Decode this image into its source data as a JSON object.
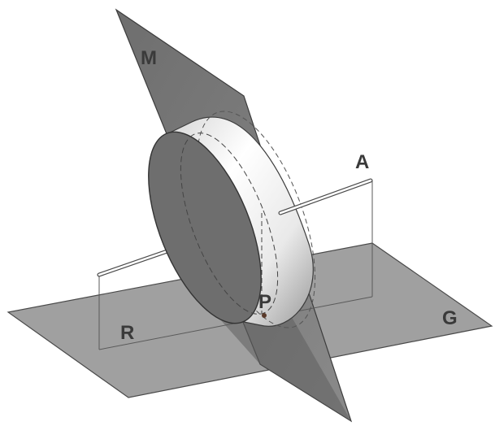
{
  "labels": {
    "m": "M",
    "a": "A",
    "p": "P",
    "r": "R",
    "g": "G"
  },
  "colors": {
    "ground_plane": "#9b9b9b",
    "mirror_plane": "#7d7d7d",
    "disk_face": "#6f6f6f",
    "disk_rim_light": "#f4f4f4",
    "outline": "#3c3c3c",
    "axis_rod": "#ffffff",
    "point": "#5a3a2a"
  }
}
